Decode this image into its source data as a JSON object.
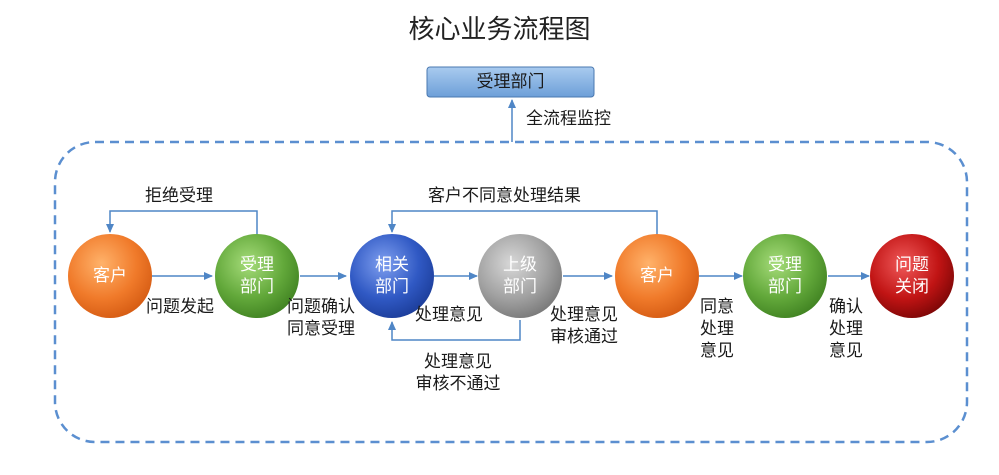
{
  "title": "核心业务流程图",
  "monitor_box": {
    "label": "受理部门"
  },
  "monitor_label": "全流程监控",
  "nodes": [
    {
      "line1": "客户",
      "line2": "",
      "color": "orange"
    },
    {
      "line1": "受理",
      "line2": "部门",
      "color": "green"
    },
    {
      "line1": "相关",
      "line2": "部门",
      "color": "blue"
    },
    {
      "line1": "上级",
      "line2": "部门",
      "color": "gray"
    },
    {
      "line1": "客户",
      "line2": "",
      "color": "orange"
    },
    {
      "line1": "受理",
      "line2": "部门",
      "color": "green"
    },
    {
      "line1": "问题",
      "line2": "关闭",
      "color": "red"
    }
  ],
  "edge_labels": {
    "reject": "拒绝受理",
    "raise_issue": "问题发起",
    "confirm_1": "问题确认",
    "confirm_2": "同意受理",
    "opinion": "处理意见",
    "fail_1": "处理意见",
    "fail_2": "审核不通过",
    "pass_1": "处理意见",
    "pass_2": "审核通过",
    "disagree": "客户不同意处理结果",
    "agree_1": "同意",
    "agree_2": "处理",
    "agree_3": "意见",
    "close_1": "确认",
    "close_2": "处理",
    "close_3": "意见"
  },
  "colors": {
    "arrow": "#4f86c6",
    "dashed_border": "#5b8fd0",
    "box_fill": "#7eaee0",
    "orange": "#f07a2a",
    "green": "#62a83a",
    "blue": "#3059c4",
    "gray": "#9a9a9a",
    "red": "#c11414"
  }
}
